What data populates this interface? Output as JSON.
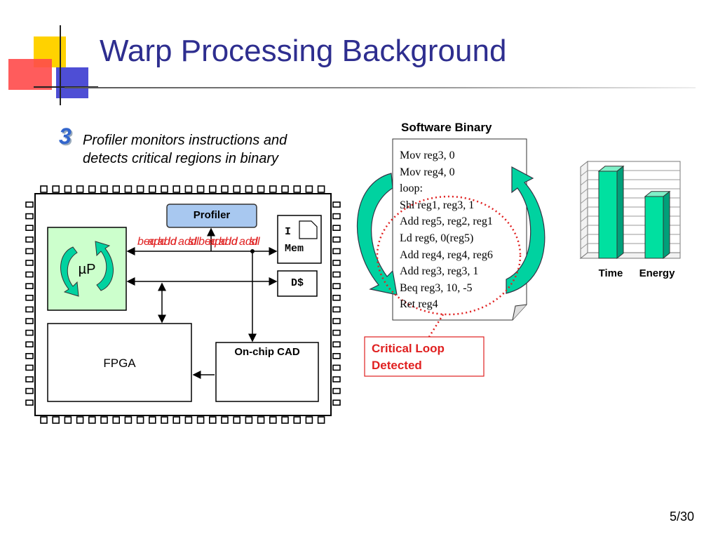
{
  "slide": {
    "title": "Warp Processing Background",
    "step_number": "3",
    "step_text_line1": "Profiler monitors instructions and",
    "step_text_line2": "detects critical regions in binary",
    "page_number": "5/30"
  },
  "chip": {
    "profiler_label": "Profiler",
    "up_label": "µP",
    "imem_label_line1": "I",
    "imem_label_line2": "Mem",
    "dcache_label": "D$",
    "fpga_label": "FPGA",
    "cad_label": "On-chip CAD",
    "bus_labels": [
      "beq",
      "add",
      "add",
      "ld",
      "add",
      "sll",
      "beq",
      "add",
      "add",
      "ld",
      "add",
      "sll"
    ]
  },
  "binary": {
    "title": "Software Binary",
    "lines": [
      "Mov reg3, 0",
      "Mov reg4, 0",
      "loop:",
      "Shl reg1, reg3, 1",
      "Add reg5, reg2, reg1",
      "Ld reg6, 0(reg5)",
      "Add reg4, reg4, reg6",
      "Add reg3, reg3, 1",
      "Beq reg3, 10, -5",
      "Ret reg4"
    ],
    "critical_loop_line1": "Critical Loop",
    "critical_loop_line2": "Detected"
  },
  "chart_data": {
    "type": "bar",
    "categories": [
      "Time",
      "Energy"
    ],
    "values": [
      100,
      71
    ],
    "ylim": [
      0,
      100
    ],
    "grid": true,
    "bar_color": "#00e0a0"
  },
  "colors": {
    "title": "#2e2e8f",
    "step_number": "#3366cc",
    "profiler_fill": "#a8c8f0",
    "up_fill": "#ccffcc",
    "arrow_fill": "#00d2a0",
    "critical": "#e02020"
  }
}
